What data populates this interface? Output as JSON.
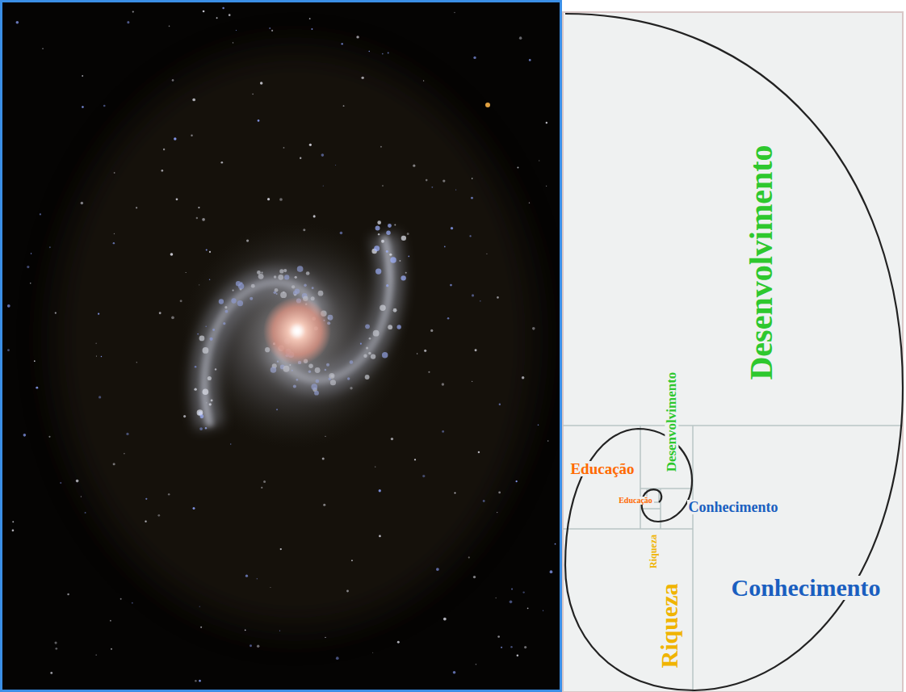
{
  "diagram": {
    "labels": [
      "Desenvolvimento",
      "Desenvolvimento",
      "Educação",
      "Educação",
      "Conhecimento",
      "Riqueza",
      "Riqueza",
      "Conhecimento"
    ]
  }
}
